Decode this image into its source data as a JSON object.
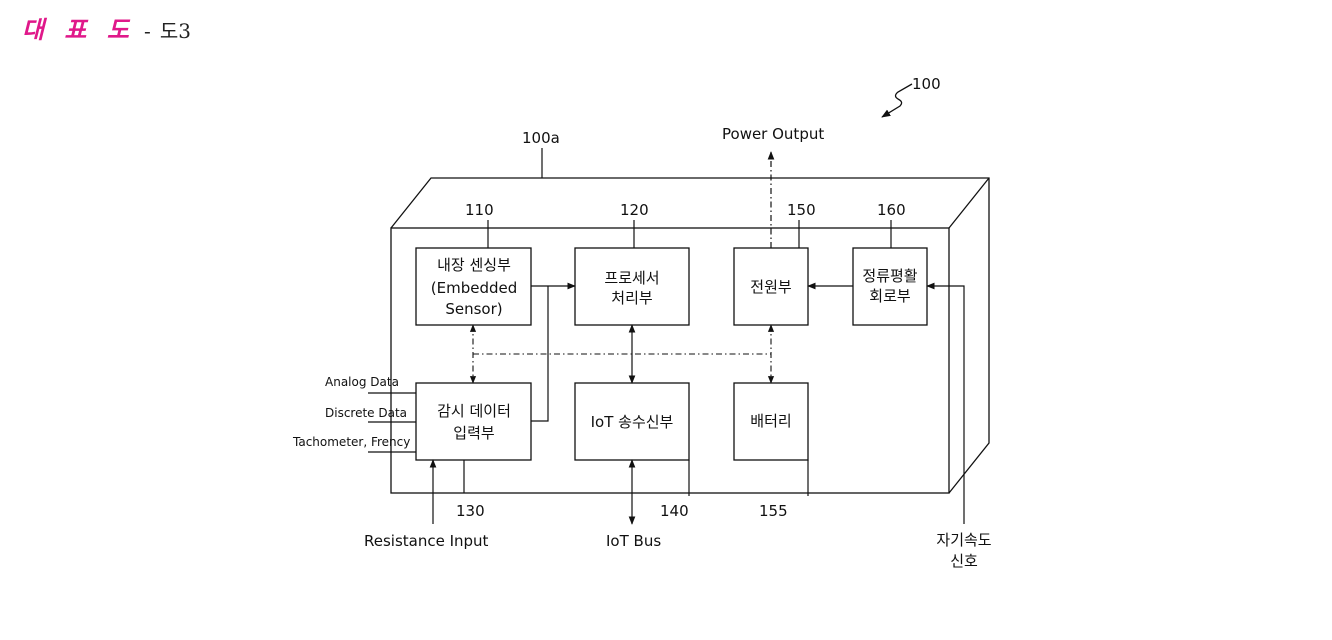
{
  "header": {
    "title": "대 표 도",
    "separator": "-",
    "figure": "도3"
  },
  "diagram": {
    "ref_device": "100",
    "ref_housing": "100a",
    "power_output": "Power Output",
    "blocks": {
      "sensor": {
        "ref": "110",
        "line1": "내장 센싱부",
        "line2": "(Embedded",
        "line3": "Sensor)"
      },
      "processor": {
        "ref": "120",
        "line1": "프로세서",
        "line2": "처리부"
      },
      "power": {
        "ref": "150",
        "line1": "전원부"
      },
      "rectifier": {
        "ref": "160",
        "line1": "정류평활",
        "line2": "회로부"
      },
      "monitor": {
        "ref": "130",
        "line1": "감시 데이터",
        "line2": "입력부"
      },
      "iot": {
        "ref": "140",
        "line1": "IoT 송수신부"
      },
      "battery": {
        "ref": "155",
        "line1": "배터리"
      }
    },
    "inputs": {
      "analog": "Analog Data",
      "discrete": "Discrete Data",
      "tacho": "Tachometer, Frency"
    },
    "bottom": {
      "resistance": "Resistance Input",
      "iot_bus": "IoT Bus",
      "magnetic_line1": "자기속도",
      "magnetic_line2": "신호"
    }
  }
}
